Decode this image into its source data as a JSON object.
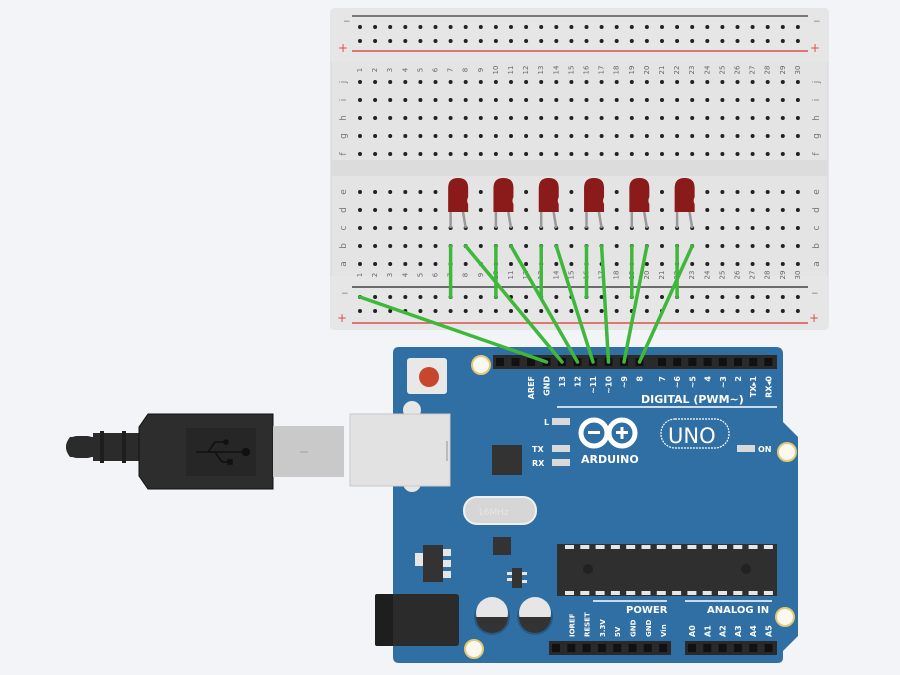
{
  "scene": {
    "title": "Arduino UNO with 6 LEDs on breadboard",
    "background_color": "#f2f4f7"
  },
  "breadboard": {
    "columns": 30,
    "column_labels": [
      "1",
      "2",
      "3",
      "4",
      "5",
      "6",
      "7",
      "8",
      "9",
      "10",
      "11",
      "12",
      "13",
      "14",
      "15",
      "16",
      "17",
      "18",
      "19",
      "20",
      "21",
      "22",
      "23",
      "24",
      "25",
      "26",
      "27",
      "28",
      "29",
      "30"
    ],
    "top_row_labels": [
      "j",
      "i",
      "h",
      "g",
      "f"
    ],
    "bottom_row_labels": [
      "e",
      "d",
      "c",
      "b",
      "a"
    ],
    "rail_minus_label": "−",
    "rail_plus_label": "+",
    "rail_minus_color": "#444444",
    "rail_plus_color": "#d9534f",
    "body_color": "#e4e4e4"
  },
  "leds": [
    {
      "id": "led-1",
      "cathode_col": 7,
      "anode_col": 8,
      "pin": "13",
      "color": "#8b1a1a"
    },
    {
      "id": "led-2",
      "cathode_col": 10,
      "anode_col": 11,
      "pin": "12",
      "color": "#8b1a1a"
    },
    {
      "id": "led-3",
      "cathode_col": 13,
      "anode_col": 14,
      "pin": "~11",
      "color": "#8b1a1a"
    },
    {
      "id": "led-4",
      "cathode_col": 16,
      "anode_col": 17,
      "pin": "~10",
      "color": "#8b1a1a"
    },
    {
      "id": "led-5",
      "cathode_col": 19,
      "anode_col": 20,
      "pin": "~9",
      "color": "#8b1a1a"
    },
    {
      "id": "led-6",
      "cathode_col": 22,
      "anode_col": 23,
      "pin": "8",
      "color": "#8b1a1a"
    }
  ],
  "wires": {
    "color": "#3db83a",
    "gnd_wire": {
      "from": "rail-minus col 1",
      "to": "GND"
    }
  },
  "arduino": {
    "board_color": "#2f6fa3",
    "model_label": "UNO",
    "brand_label": "ARDUINO",
    "digital_label": "DIGITAL (PWM~)",
    "power_label": "POWER",
    "analog_label": "ANALOG IN",
    "on_label": "ON",
    "led_l_label": "L",
    "led_tx_label": "TX",
    "led_rx_label": "RX",
    "crystal_label": "16MHz",
    "digital_pins_left": [
      "",
      "",
      "AREF",
      "GND",
      "13",
      "12",
      "~11",
      "~10",
      "~9",
      "8"
    ],
    "digital_pins_right": [
      "7",
      "~6",
      "~5",
      "4",
      "~3",
      "2",
      "TX▸1",
      "RX◂0"
    ],
    "power_pins": [
      "",
      "IOREF",
      "RESET",
      "3.3V",
      "5V",
      "GND",
      "GND",
      "Vin"
    ],
    "analog_pins": [
      "A0",
      "A1",
      "A2",
      "A3",
      "A4",
      "A5"
    ],
    "reset_button_color": "#c8462c"
  },
  "usb_cable": {
    "connector_color": "#2b2b2b",
    "plug_color": "#c9c9c9",
    "icon": "usb-icon"
  }
}
